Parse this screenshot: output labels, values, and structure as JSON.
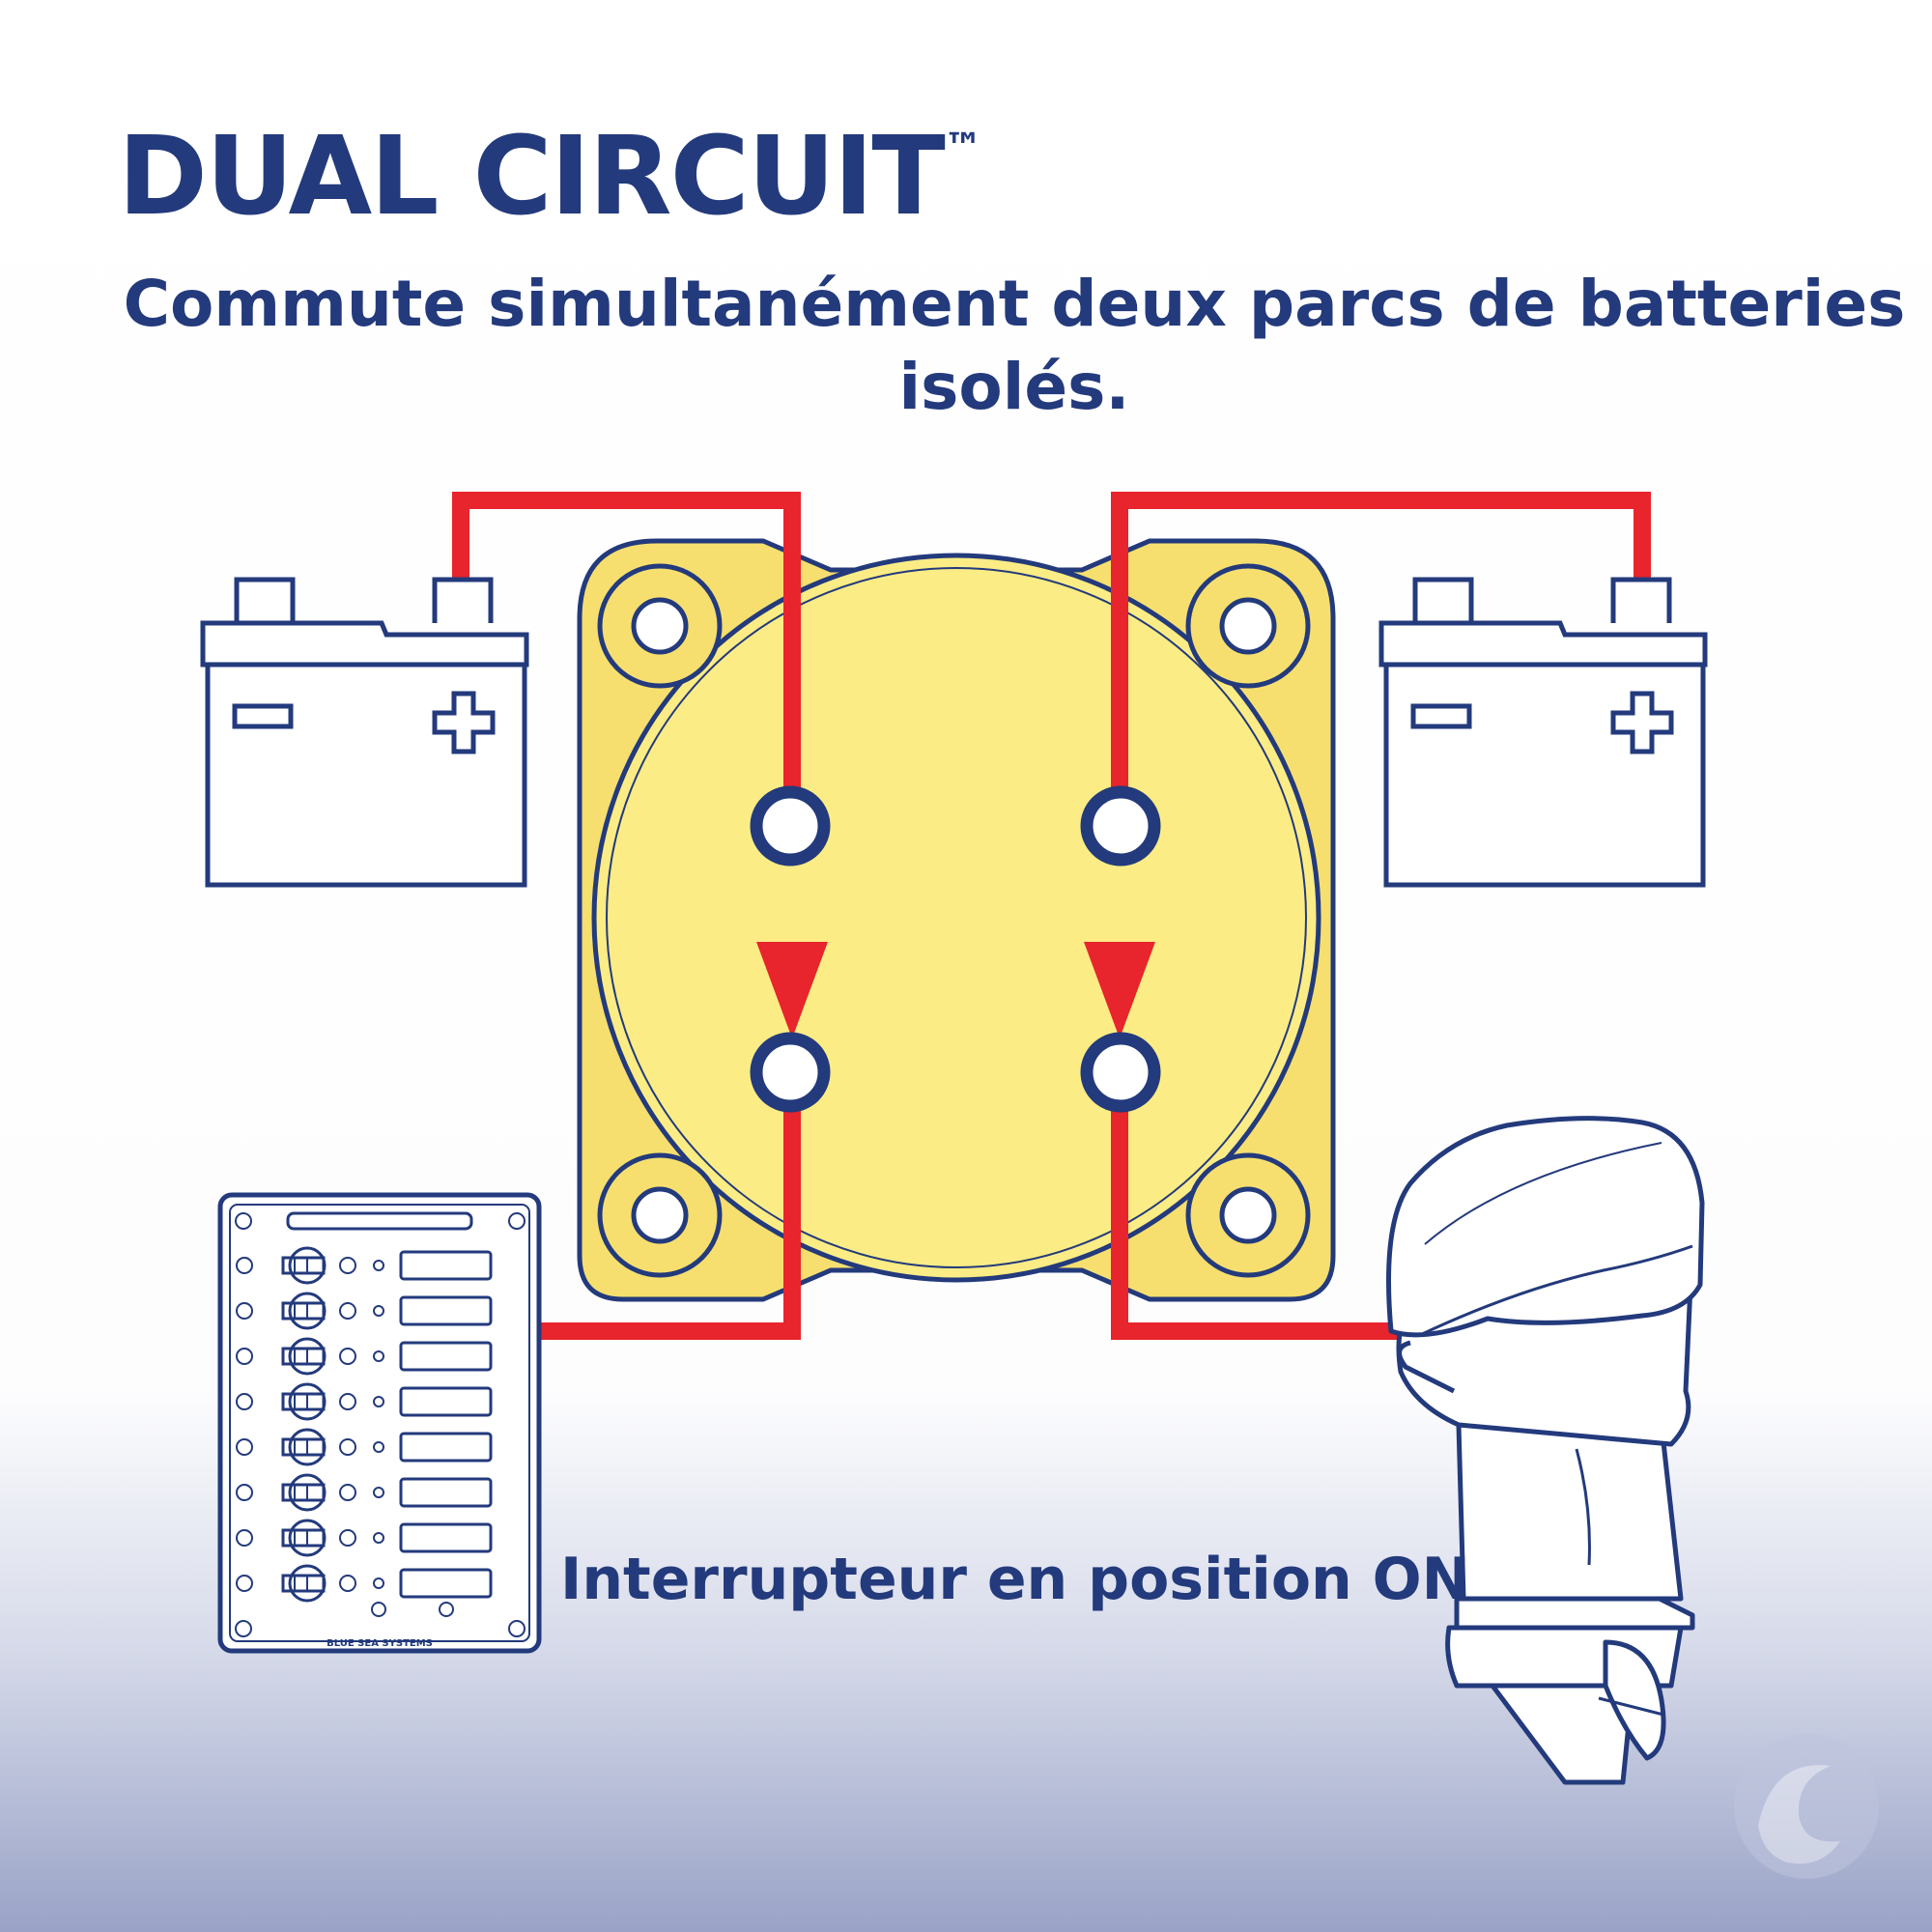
{
  "header": {
    "title": "DUAL CIRCUIT",
    "trademark": "™",
    "subtitle": "Commute simultanément deux parcs de batteries isolés."
  },
  "caption": "Interrupteur en position ON",
  "panel": {
    "brand_text": "BLUE SEA SYSTEMS",
    "switch_count": 8
  },
  "colors": {
    "navy": "#233a7c",
    "wire": "#e8242c",
    "switch_body": "#fbec85",
    "switch_flange": "#f6df6e"
  },
  "icons": {
    "battery_left": "battery-icon",
    "battery_right": "battery-icon",
    "switch": "battery-switch-icon",
    "panel": "breaker-panel-icon",
    "engine": "outboard-motor-icon",
    "watermark": "wave-logo-icon"
  }
}
